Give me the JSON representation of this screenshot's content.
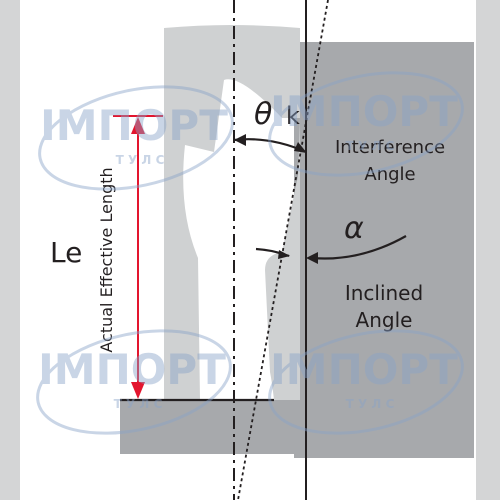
{
  "labels": {
    "theta": "θ",
    "k": "k",
    "interference_line1": "Interference",
    "interference_line2": "Angle",
    "alpha": "α",
    "inclined_line1": "Inclined",
    "inclined_line2": "Angle",
    "le": "Le",
    "effective_length": "Actual Effective Length"
  },
  "watermark": {
    "brand": "IMΠOPT",
    "sub": "Т У Л С"
  },
  "colors": {
    "dimension_line": "#e3152e",
    "part_fill": "#cfd1d2",
    "holder_fill": "#a7a9ac",
    "frame_fill": "#d4d5d6",
    "line": "#231f20",
    "watermark": "#8aa3c8"
  }
}
